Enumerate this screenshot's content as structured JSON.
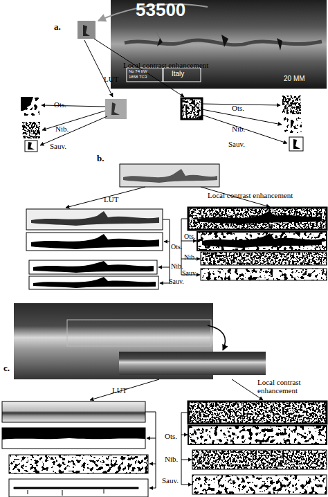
{
  "diagram": {
    "labels": [
      "53500",
      "No 74 IIW",
      "1858 TC3",
      "Italy",
      "20 MM",
      "a.",
      "LUT",
      "Local contrast enhancement",
      "Ots.",
      "Nib.",
      "Sauv.",
      "Ots.",
      "Nib.",
      "Sauv.",
      "b.",
      "LUT",
      "Local contrast enhancement",
      "Ots.",
      "Nib.",
      "Sauv.",
      "Ots.",
      "Nib.",
      "Sauv.",
      "c.",
      "LUT",
      "Local contrast enhancement",
      "Ots.",
      "Nib.",
      "Sauv."
    ]
  }
}
